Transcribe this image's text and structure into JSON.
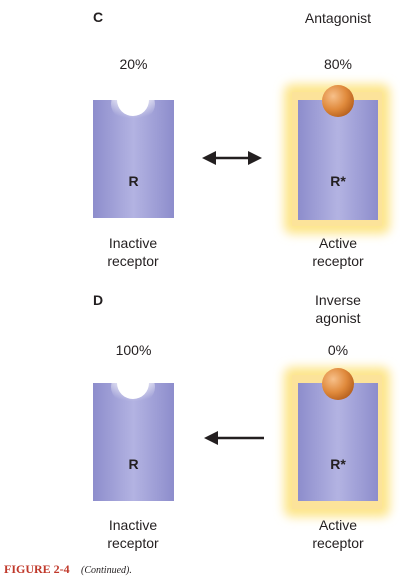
{
  "panel_c": {
    "letter": "C",
    "ligand_label": "Antagonist",
    "left_percent": "20%",
    "right_percent": "80%",
    "left_receptor_symbol": "R",
    "right_receptor_symbol": "R*",
    "left_caption_line1": "Inactive",
    "left_caption_line2": "receptor",
    "right_caption_line1": "Active",
    "right_caption_line2": "receptor"
  },
  "panel_d": {
    "letter": "D",
    "ligand_label_line1": "Inverse",
    "ligand_label_line2": "agonist",
    "left_percent": "100%",
    "right_percent": "0%",
    "left_receptor_symbol": "R",
    "right_receptor_symbol": "R*",
    "left_caption_line1": "Inactive",
    "left_caption_line2": "receptor",
    "right_caption_line1": "Active",
    "right_caption_line2": "receptor"
  },
  "figure": {
    "label": "FIGURE 2-4",
    "sublabel": "(Continued)."
  },
  "colors": {
    "receptor": "#9b9bd4",
    "glow": "#fde58a",
    "ligand": "#e08a3c",
    "text": "#231f20",
    "figure_label": "#c0392b"
  }
}
